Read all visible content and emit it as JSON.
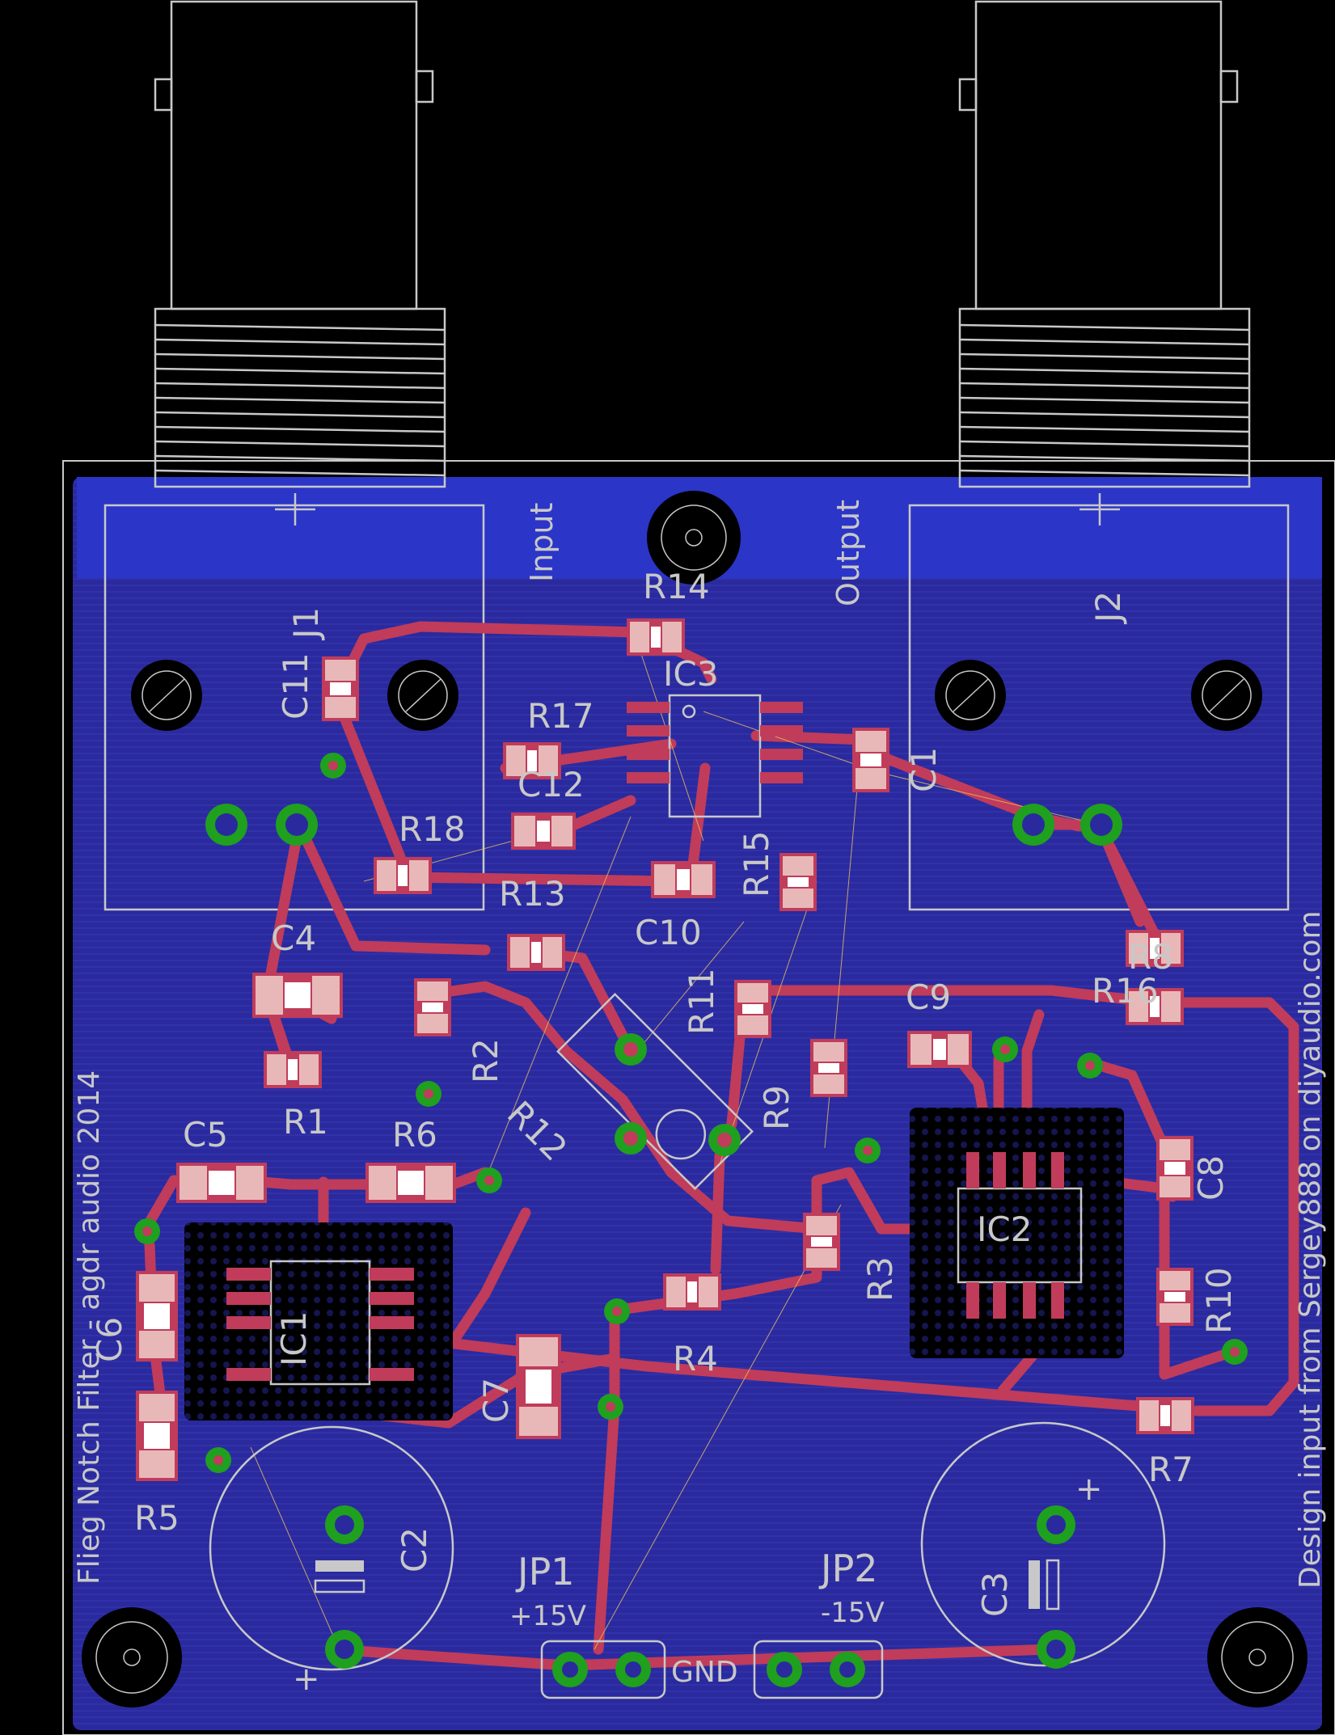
{
  "colors": {
    "background": "#000000",
    "board": "#2a2a9e",
    "board_top_band": "#2b35c8",
    "trace": "#c03c5a",
    "silkscreen": "#c8c8c8",
    "via_ring": "#1fa01f",
    "pad": "#e8b8b8"
  },
  "connectors": {
    "j1": "J1",
    "j2": "J2",
    "input": "Input",
    "output": "Output"
  },
  "components": {
    "r1": "R1",
    "r2": "R2",
    "r3": "R3",
    "r4": "R4",
    "r5": "R5",
    "r6": "R6",
    "r7": "R7",
    "r8": "R8",
    "r9": "R9",
    "r10": "R10",
    "r11": "R11",
    "r12": "R12",
    "r13": "R13",
    "r14": "R14",
    "r15": "R15",
    "r16": "R16",
    "r17": "R17",
    "r18": "R18",
    "c1": "C1",
    "c2": "C2",
    "c3": "C3",
    "c4": "C4",
    "c5": "C5",
    "c6": "C6",
    "c7": "C7",
    "c8": "C8",
    "c9": "C9",
    "c10": "C10",
    "c11": "C11",
    "c12": "C12",
    "ic1": "IC1",
    "ic2": "IC2",
    "ic3": "IC3"
  },
  "power": {
    "jp1": "JP1",
    "jp1_voltage": "+15V",
    "jp2": "JP2",
    "jp2_voltage": "-15V",
    "gnd": "GND",
    "plus": "+"
  },
  "silk_text": {
    "left_title": "Flieg Notch Filter - agdr audio 2014",
    "right_credit": "Design input from Sergey888 on diyaudio.com"
  }
}
